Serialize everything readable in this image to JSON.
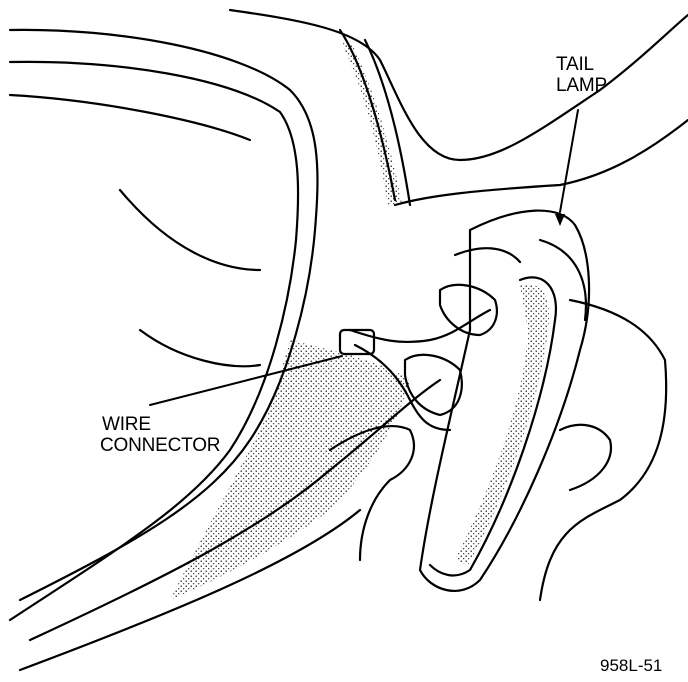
{
  "callouts": {
    "tail_lamp": [
      "TAIL",
      "LAMP"
    ],
    "wire_connector": [
      "WIRE",
      "CONNECTOR"
    ]
  },
  "figure_id": "958L-51",
  "colors": {
    "ink": "#000000",
    "paper": "#ffffff"
  }
}
